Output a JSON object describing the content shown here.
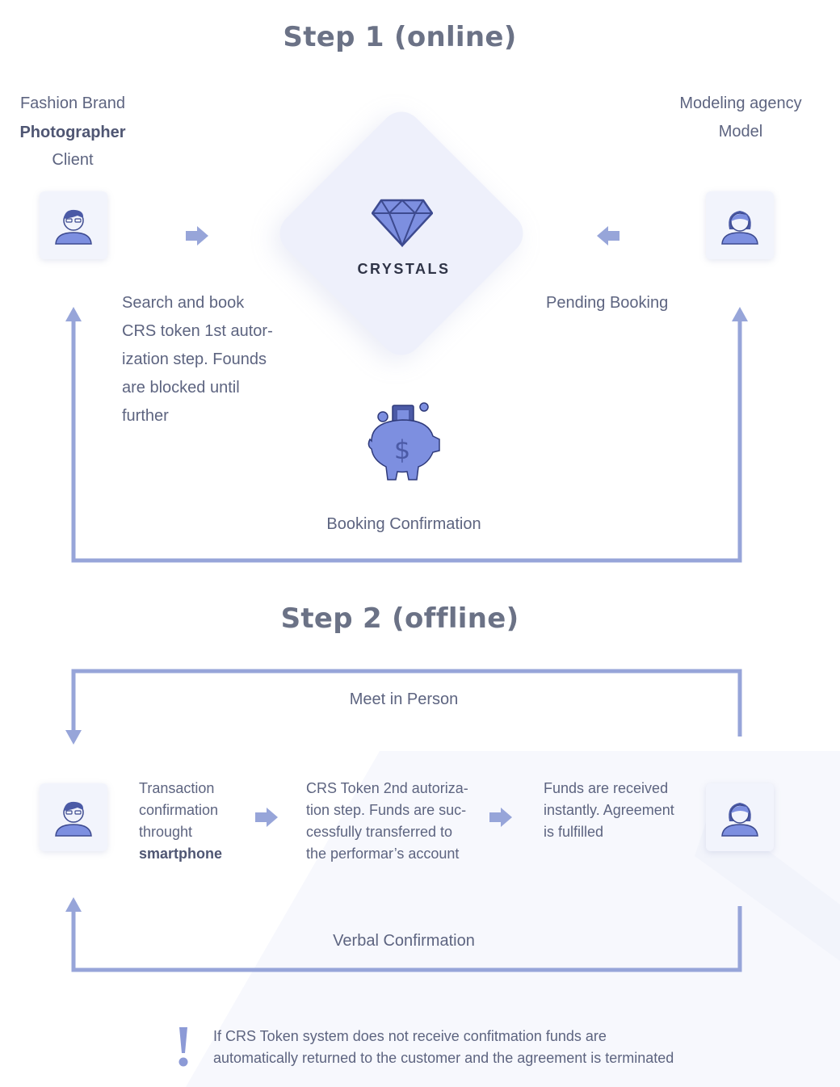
{
  "step1": {
    "title": "Step 1 (online)",
    "left_roles": [
      "Fashion Brand",
      "Photographer",
      "Client"
    ],
    "right_roles": [
      "Modeling agency",
      "Model"
    ],
    "center_label": "CRYSTALS",
    "left_text": [
      "Search and book",
      "CRS token 1st autor-",
      "ization step. Founds",
      "are blocked until",
      "further"
    ],
    "right_text": "Pending Booking",
    "bottom_label": "Booking Confirmation"
  },
  "step2": {
    "title": "Step 2 (offline)",
    "top_label": "Meet in Person",
    "col1": [
      "Transaction",
      "confirmation",
      "throught",
      "smartphone"
    ],
    "col2": [
      "CRS Token 2nd autoriza-",
      "tion step. Funds are suc-",
      "cessfully transferred to",
      "the performar’s account"
    ],
    "col3": [
      "Funds are received",
      "instantly. Agreement",
      "is fulfilled"
    ],
    "bottom_label": "Verbal Confirmation"
  },
  "notice": {
    "line1": "If CRS Token system does not receive confitmation funds are",
    "line2": "automatically returned to the customer and the agreement is terminated"
  },
  "colors": {
    "accent": "#93a2d8",
    "icon_fill": "#7d8fe0",
    "icon_dark": "#4b5aa6",
    "title": "#6b7286"
  },
  "icons": [
    "client-avatar-icon",
    "model-avatar-icon",
    "diamond-icon",
    "piggy-bank-icon",
    "exclamation-icon"
  ]
}
